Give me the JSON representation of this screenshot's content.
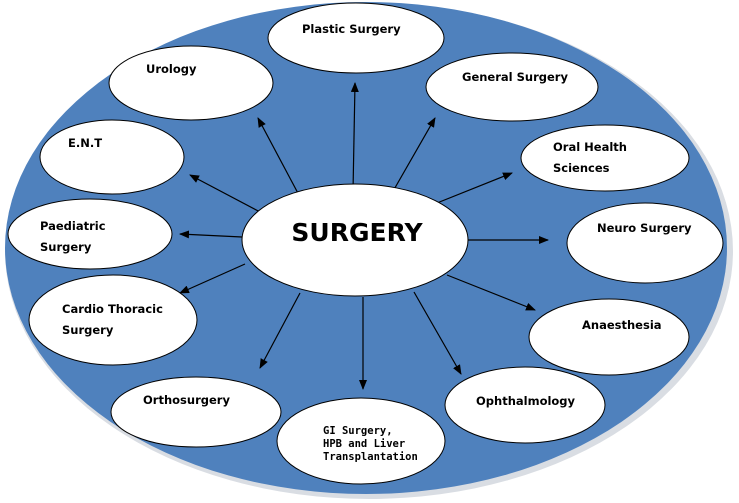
{
  "title": "SURGERY",
  "colors": {
    "background_ellipse": "#4f81bd",
    "ellipse_rim": "#d9dde3",
    "node_fill": "#ffffff",
    "node_stroke": "#000000",
    "arrow": "#000000"
  },
  "center": {
    "label": "SURGERY"
  },
  "nodes": [
    {
      "id": "plastic-surgery",
      "lines": [
        "Plastic Surgery"
      ]
    },
    {
      "id": "general-surgery",
      "lines": [
        "General Surgery"
      ]
    },
    {
      "id": "oral-health-sciences",
      "lines": [
        "Oral Health",
        "Sciences"
      ]
    },
    {
      "id": "neuro-surgery",
      "lines": [
        "Neuro Surgery"
      ]
    },
    {
      "id": "anaesthesia",
      "lines": [
        "Anaesthesia"
      ]
    },
    {
      "id": "ophthalmology",
      "lines": [
        "Ophthalmology"
      ]
    },
    {
      "id": "gi-surgery",
      "lines": [
        "GI Surgery,",
        "HPB and Liver",
        "Transplantation"
      ]
    },
    {
      "id": "orthosurgery",
      "lines": [
        "Orthosurgery"
      ]
    },
    {
      "id": "cardio-thoracic-surgery",
      "lines": [
        "Cardio Thoracic",
        "Surgery"
      ]
    },
    {
      "id": "paediatric-surgery",
      "lines": [
        "Paediatric",
        "Surgery"
      ]
    },
    {
      "id": "ent",
      "lines": [
        "E.N.T"
      ]
    },
    {
      "id": "urology",
      "lines": [
        "Urology"
      ]
    }
  ]
}
